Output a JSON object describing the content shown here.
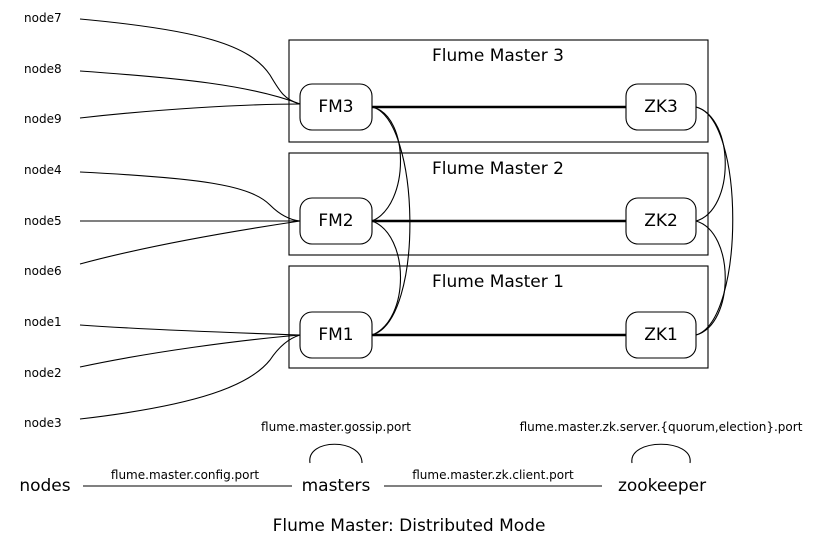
{
  "nodes": [
    "node7",
    "node8",
    "node9",
    "node4",
    "node5",
    "node6",
    "node1",
    "node2",
    "node3"
  ],
  "clusters": [
    {
      "title": "Flume Master 3",
      "fm": "FM3",
      "zk": "ZK3"
    },
    {
      "title": "Flume Master 2",
      "fm": "FM2",
      "zk": "ZK2"
    },
    {
      "title": "Flume Master 1",
      "fm": "FM1",
      "zk": "ZK1"
    }
  ],
  "legend": {
    "nodes": "nodes",
    "masters": "masters",
    "zookeeper": "zookeeper",
    "config_port": "flume.master.config.port",
    "gossip_port": "flume.master.gossip.port",
    "zk_client_port": "flume.master.zk.client.port",
    "zk_server_port": "flume.master.zk.server.{quorum,election}.port"
  },
  "caption": "Flume Master: Distributed Mode"
}
